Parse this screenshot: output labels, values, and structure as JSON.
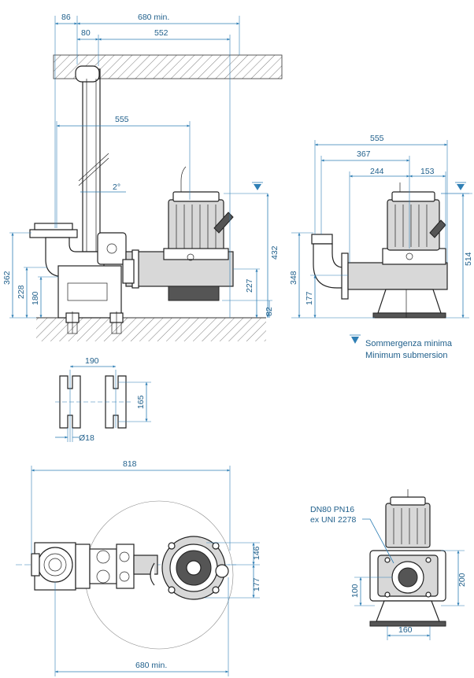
{
  "side_view": {
    "dims": {
      "d86": "86",
      "d680_top": "680 min.",
      "d80": "80",
      "d552": "552",
      "d555": "555",
      "angle": "2°",
      "d432": "432",
      "d362": "362",
      "d228": "228",
      "d180": "180",
      "d227": "227",
      "d82": "82"
    }
  },
  "front_view": {
    "dims": {
      "d555": "555",
      "d367": "367",
      "d244": "244",
      "d153": "153",
      "d348": "348",
      "d177": "177",
      "d514": "514"
    }
  },
  "legend": {
    "line1": "Sommergenza minima",
    "line2": "Minimum submersion"
  },
  "base_detail": {
    "dims": {
      "d190": "190",
      "d165": "165",
      "d18": "Ø18"
    }
  },
  "plan_view": {
    "dims": {
      "d818": "818",
      "d146": "146",
      "d177": "177",
      "d680_bottom": "680 min."
    }
  },
  "flange_view": {
    "note_line1": "DN80 PN16",
    "note_line2": "ex UNI 2278",
    "dims": {
      "d200": "200",
      "d100": "100",
      "d160": "160"
    }
  },
  "colors": {
    "dimension": "#2f7fb5",
    "outline": "#222222"
  }
}
